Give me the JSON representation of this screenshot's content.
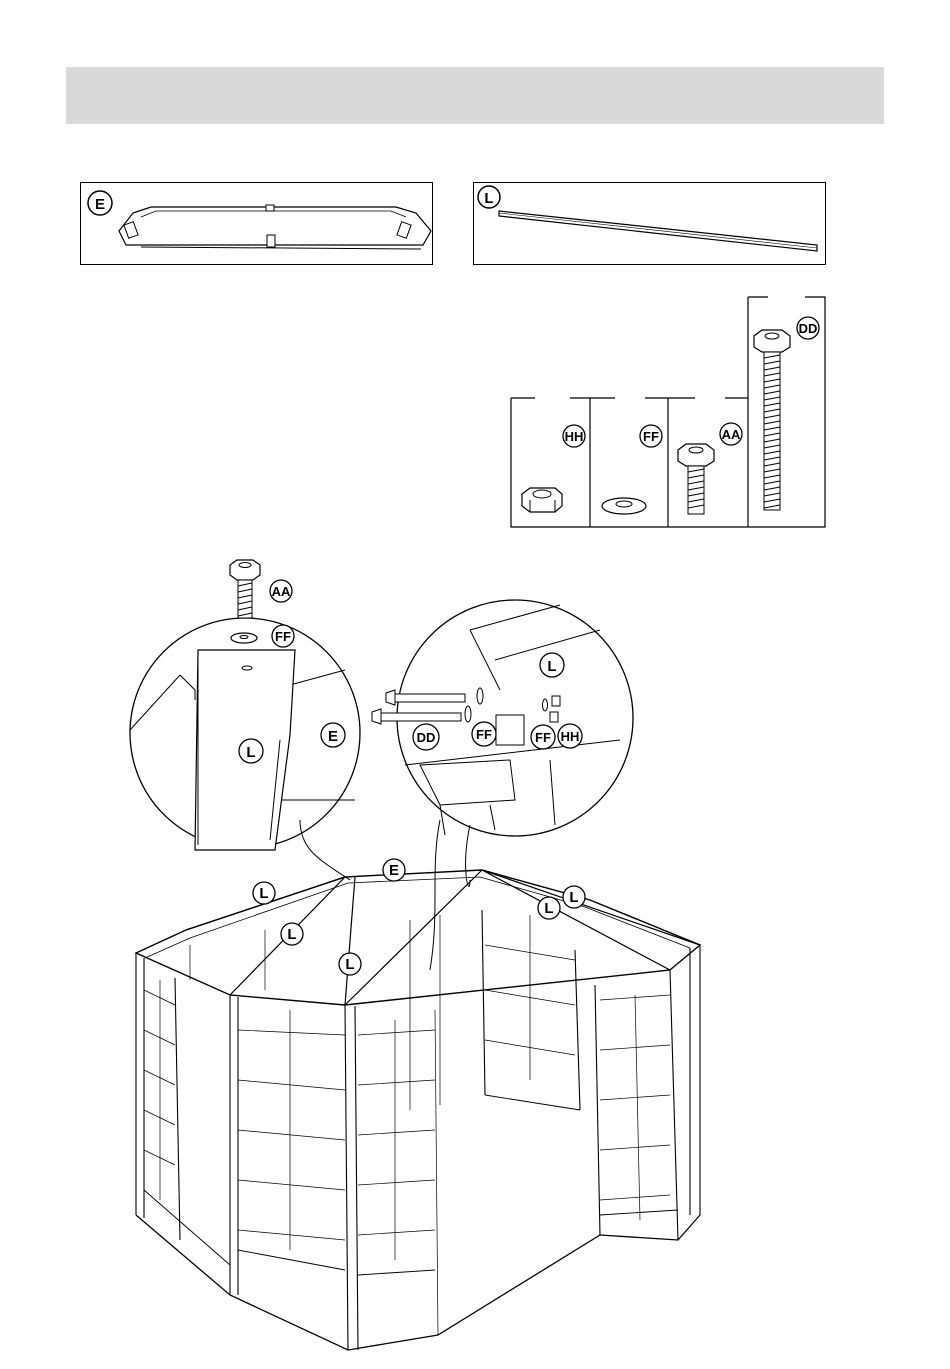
{
  "header": {
    "title": ""
  },
  "parts": {
    "panel_e": {
      "label": "E"
    },
    "panel_l": {
      "label": "L"
    }
  },
  "hardware": [
    {
      "label": "HH",
      "icon": "hex-nut-icon"
    },
    {
      "label": "FF",
      "icon": "washer-icon"
    },
    {
      "label": "AA",
      "icon": "short-bolt-icon"
    },
    {
      "label": "DD",
      "icon": "long-bolt-icon"
    }
  ],
  "detail_left": {
    "bolt": "AA",
    "washer": "FF",
    "bar": "L",
    "panel": "E"
  },
  "detail_right": {
    "bar": "L",
    "bolt": "DD",
    "washer1": "FF",
    "washer2": "FF",
    "nut": "HH"
  },
  "main": {
    "labels": [
      "E",
      "L",
      "L",
      "L",
      "L",
      "L"
    ]
  }
}
